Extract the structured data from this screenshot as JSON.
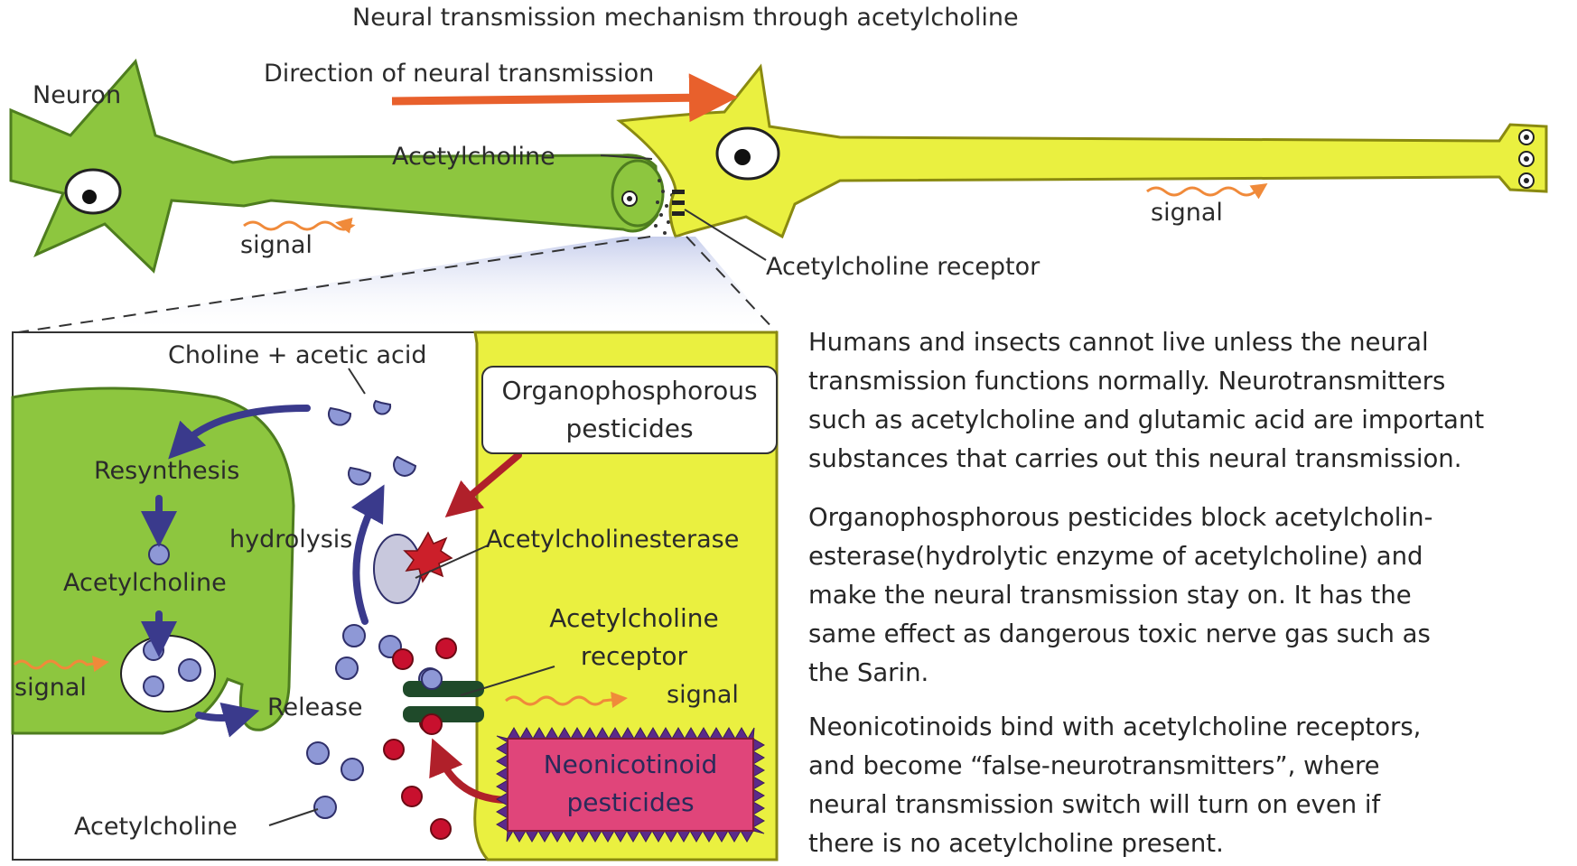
{
  "title": "Neural transmission mechanism through acetylcholine",
  "top": {
    "neuron": "Neuron",
    "direction": "Direction of neural transmission",
    "acetylcholine": "Acetylcholine",
    "signal_left": "signal",
    "signal_right": "signal",
    "receptor": "Acetylcholine receptor"
  },
  "inset": {
    "choline_acetic": "Choline + acetic acid",
    "resynthesis": "Resynthesis",
    "hydrolysis": "hydrolysis",
    "acetylcholine_vesicle": "Acetylcholine",
    "signal_in": "signal",
    "release": "Release",
    "acetylcholine_bottom": "Acetylcholine",
    "op_pesticides": [
      "Organophosphorous",
      "pesticides"
    ],
    "acetylcholinesterase": "Acetylcholinesterase",
    "receptor": [
      "Acetylcholine",
      "receptor"
    ],
    "signal_out": "signal",
    "neonic_pesticides": [
      "Neonicotinoid",
      "pesticides"
    ]
  },
  "paragraphs": [
    [
      "Humans and insects cannot live unless the neural",
      "transmission functions normally. Neurotransmitters",
      "such as acetylcholine and glutamic acid are important",
      "substances that carries out this neural transmission."
    ],
    [
      "Organophosphorous pesticides block acetylcholin-",
      "esterase(hydrolytic enzyme of acetylcholine) and",
      "make the neural transmission stay on.  It has the",
      "same effect as dangerous toxic nerve gas such as",
      "the Sarin."
    ],
    [
      "Neonicotinoids bind with acetylcholine receptors,",
      "and become “false-neurotransmitters”, where",
      "neural transmission switch will turn on even if",
      "there is no acetylcholine present."
    ]
  ],
  "colors": {
    "green_neuron": "#8dc63f",
    "yellow_neuron": "#eaf040",
    "arrow_orange": "#e8602c",
    "arrow_blue": "#3a3a8c",
    "red_arrow": "#b0202a",
    "ach_blue": "#8e98d6",
    "neonic_red": "#c8102e",
    "receptor_dark": "#1f4a2a",
    "neonic_box": "#e0457a"
  }
}
